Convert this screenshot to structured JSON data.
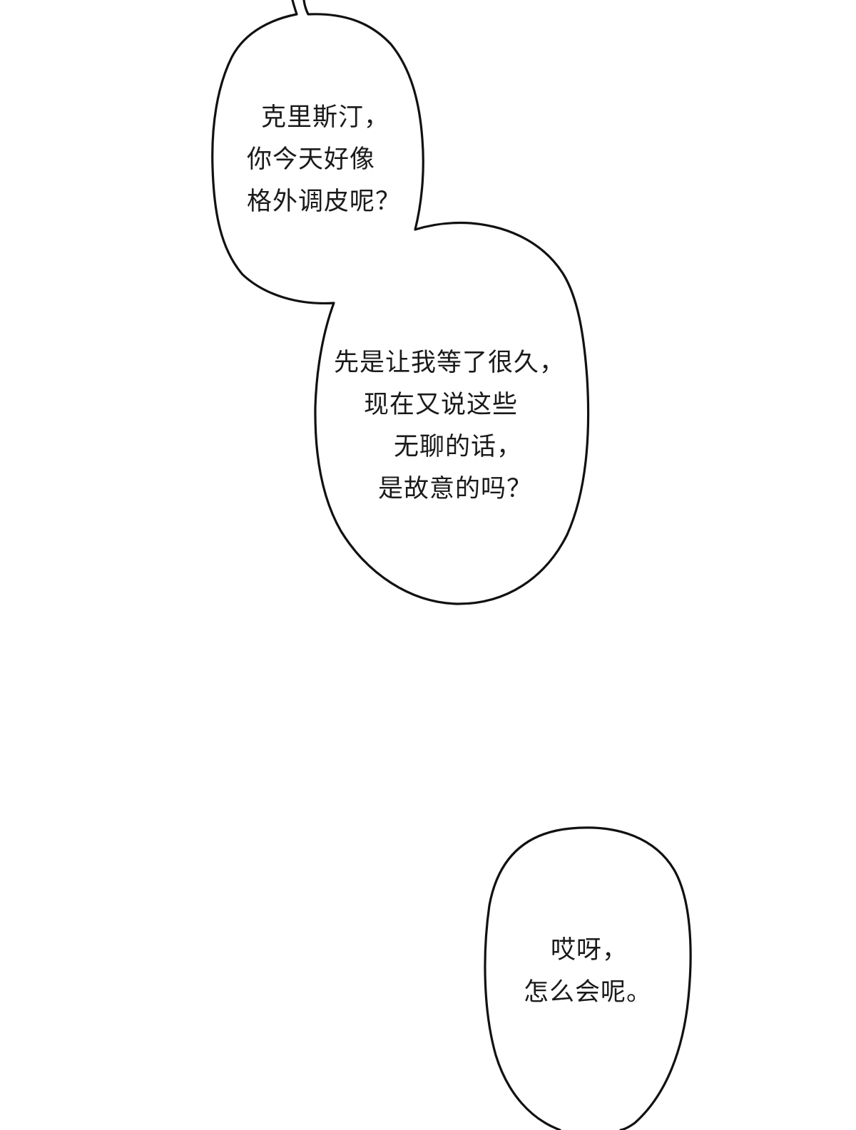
{
  "page": {
    "background_color": "#ffffff",
    "ink_color": "#111111"
  },
  "bubbles": [
    {
      "lines": [
        "克里斯汀，",
        "你今天好像",
        "格外调皮呢？"
      ]
    },
    {
      "lines": [
        "先是让我等了很久，",
        "现在又说这些",
        "无聊的话，",
        "是故意的吗？"
      ]
    },
    {
      "lines": [
        "哎呀，",
        "怎么会呢。"
      ]
    }
  ]
}
